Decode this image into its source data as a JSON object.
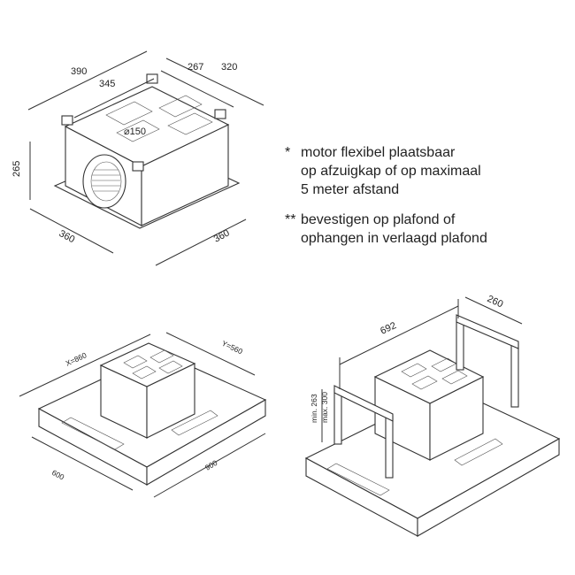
{
  "notes": {
    "note1_star": "*",
    "note1_line1": "motor flexibel plaatsbaar",
    "note1_line2": "op afzuigkap of op maximaal",
    "note1_line3": "5 meter afstand",
    "note2_star": "**",
    "note2_line1": "bevestigen op plafond of",
    "note2_line2": "ophangen in verlaagd plafond"
  },
  "motor": {
    "dim_390": "390",
    "dim_345": "345",
    "dim_267": "267",
    "dim_320": "320",
    "dim_265": "265",
    "dim_360_left": "360",
    "dim_360_right": "360",
    "dim_diameter": "⌀150"
  },
  "hood": {
    "dim_x": "X=860",
    "dim_y": "Y=560",
    "dim_600": "600",
    "dim_900": "900"
  },
  "mount": {
    "dim_692": "692",
    "dim_260": "260",
    "dim_min": "min. 263",
    "dim_max": "max. 300"
  },
  "colors": {
    "line": "#333333",
    "text": "#222222",
    "background": "#ffffff"
  }
}
